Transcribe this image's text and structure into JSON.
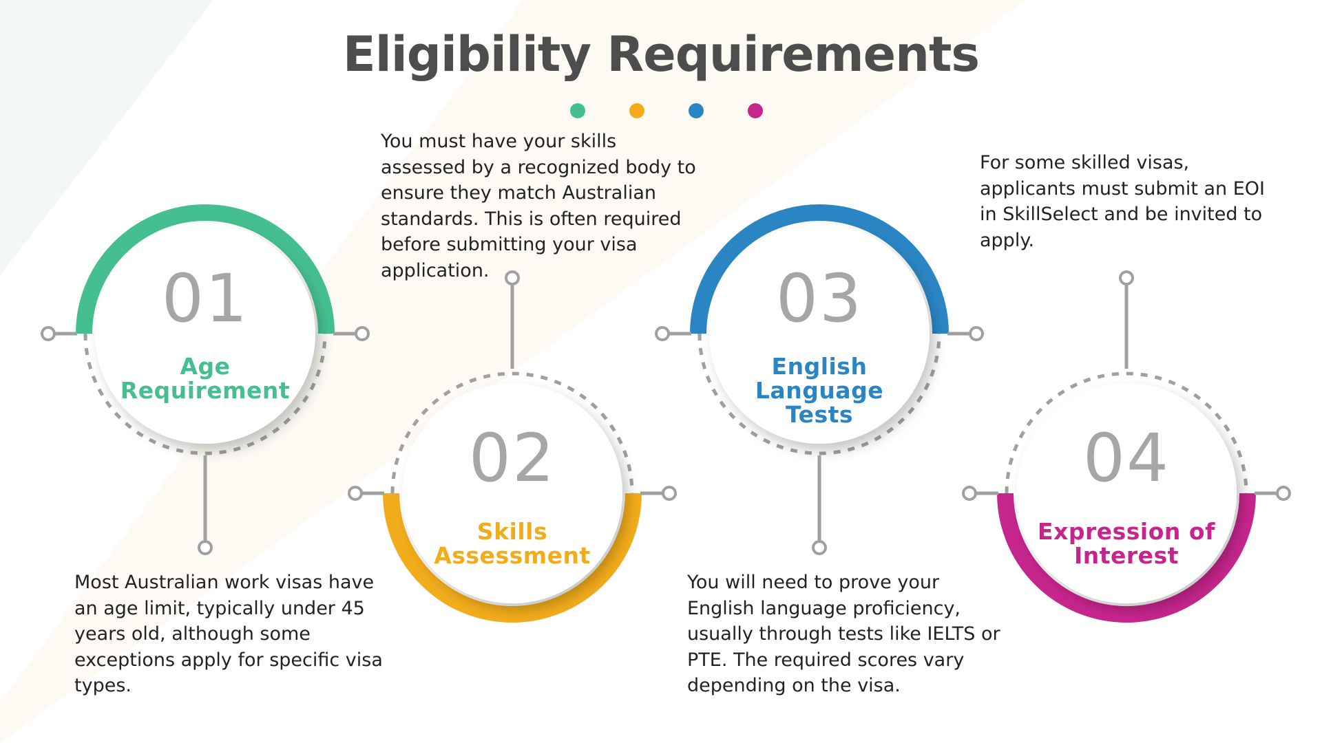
{
  "title": "Eligibility Requirements",
  "colors": {
    "green": "#45bf8f",
    "yellow": "#f2ac1b",
    "blue": "#2a86c3",
    "magenta": "#c6258c",
    "title": "#4d4d4d",
    "number": "#a6a6a6",
    "connector": "#a0a0a0"
  },
  "dots": [
    "green-dot",
    "yellow-dot",
    "blue-dot",
    "magenta-dot"
  ],
  "steps": [
    {
      "number": "01",
      "label": "Age Requirement",
      "label_lines": [
        "Age",
        "Requirement"
      ],
      "color": "green",
      "description": "Most Australian work visas have an age limit, typically under 45 years old, although some exceptions apply for specific visa types."
    },
    {
      "number": "02",
      "label": "Skills Assessment",
      "label_lines": [
        "Skills",
        "Assessment"
      ],
      "color": "yellow",
      "description": "You must have your skills assessed by a recognized body to ensure they match Australian standards. This is often required before submitting your visa application."
    },
    {
      "number": "03",
      "label": "English Language Tests",
      "label_lines": [
        "English",
        "Language",
        "Tests"
      ],
      "color": "blue",
      "description": "You will need to prove your English language proficiency, usually through tests like IELTS or PTE. The required scores vary depending on the visa."
    },
    {
      "number": "04",
      "label": "Expression of Interest",
      "label_lines": [
        "Expression of",
        "Interest"
      ],
      "color": "magenta",
      "description": "For some skilled visas, applicants must submit an EOI in SkillSelect and be invited to apply."
    }
  ]
}
